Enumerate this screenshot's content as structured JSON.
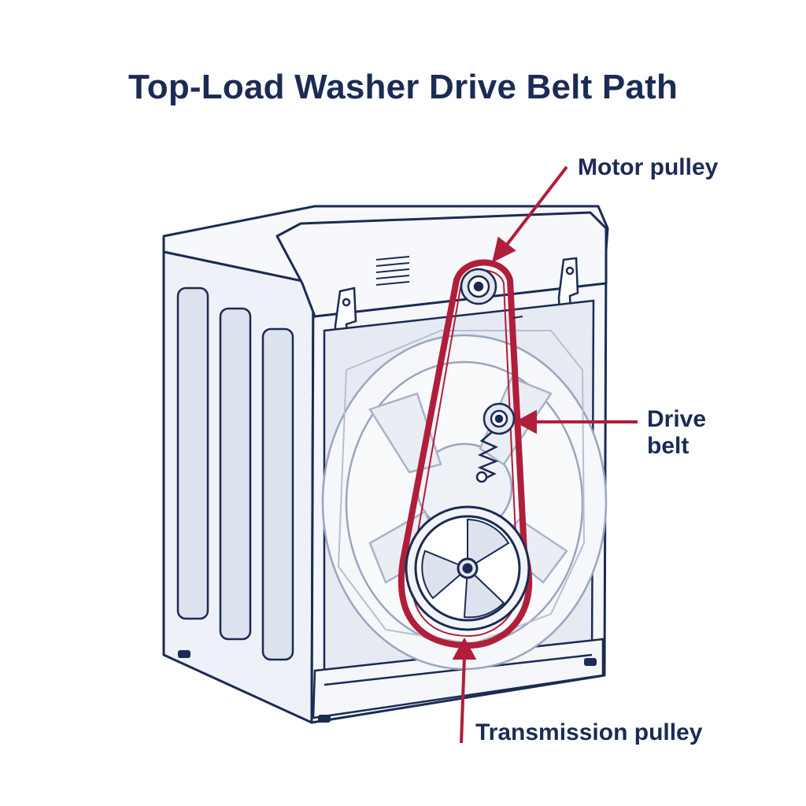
{
  "title": "Top-Load Washer Drive Belt Path",
  "labels": {
    "motor_pulley": "Motor pulley",
    "drive_belt_line1": "Drive",
    "drive_belt_line2": "belt",
    "transmission_pulley": "Transmission pulley"
  },
  "colors": {
    "outline": "#1b2b55",
    "belt": "#b01e3a",
    "panel_fill": "#eef1f7",
    "light_fill": "#dde3ee",
    "text": "#1b2b55"
  }
}
